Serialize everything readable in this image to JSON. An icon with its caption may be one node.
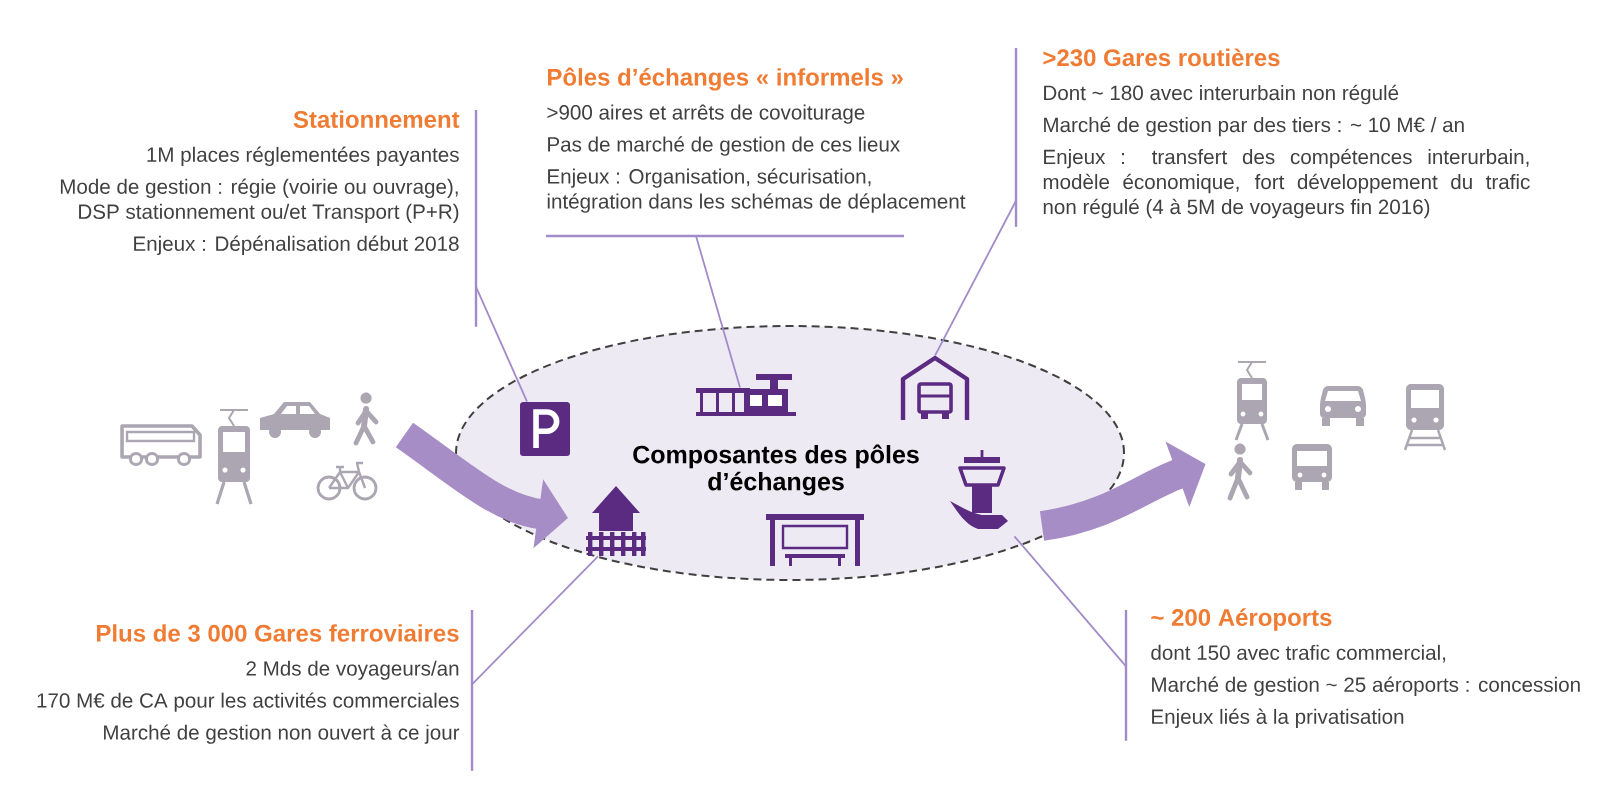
{
  "diagram": {
    "nodes": [
      {
        "text": [
          "Stationnement",
          "1M places réglementées payantes",
          "Mode de gestion : régie (voirie ou ouvrage), DSP stationnement ou/et Transport (P+R)",
          "Enjeux : Dépénalisation début 2018"
        ]
      },
      {
        "text": [
          "Pôles d’échanges « informels »",
          ">900 aires et arrêts de covoiturage",
          "Pas de marché de gestion de ces lieux",
          "Enjeux : Organisation, sécurisation, intégration dans les schémas de déplacement"
        ]
      },
      {
        "text": [
          ">230 Gares routières",
          "Dont ~ 180 avec interurbain non régulé",
          "Marché de gestion par des tiers : ~ 10 M€ / an",
          "Enjeux : transfert des compétences interurbain, modèle économique, fort développement du trafic non régulé (4 à 5M de voyageurs fin 2016)"
        ]
      },
      {
        "text": [],
        "shape": "picture"
      },
      {
        "text": [
          "Composantes des pôles d’échanges"
        ]
      },
      {
        "text": [],
        "shape": "picture",
        "in": 4
      },
      {
        "text": [],
        "shape": "picture",
        "in": 4
      },
      {
        "text": [],
        "shape": "picture",
        "in": 4
      },
      {
        "text": [],
        "shape": "picture",
        "in": 4
      },
      {
        "text": [],
        "shape": "picture",
        "in": 4
      },
      {
        "text": [],
        "shape": "picture"
      },
      {
        "text": [
          "Plus de 3 000 Gares ferroviaires",
          "2 Mds de voyageurs/an",
          "170 M€ de CA pour les activités commerciales",
          "Marché de gestion non ouvert à ce jour"
        ]
      },
      {
        "text": [
          "~ 200 Aéroports",
          "dont 150 avec trafic commercial,",
          "Marché de gestion ~ 25 aéroports : concession",
          "Enjeux liés à la privatisation"
        ]
      }
    ],
    "edges": [
      {
        "from": 0,
        "to": 5,
        "arrow": "none"
      },
      {
        "from": 1,
        "to": 6,
        "arrow": "none"
      },
      {
        "from": 2,
        "to": 7,
        "arrow": "none"
      },
      {
        "from": 3,
        "to": 4,
        "arrow": "to",
        "style": "thick"
      },
      {
        "from": 4,
        "to": 10,
        "arrow": "to",
        "style": "thick"
      },
      {
        "from": 11,
        "to": 8,
        "arrow": "none"
      },
      {
        "from": 12,
        "to": 9,
        "arrow": "none"
      }
    ]
  }
}
